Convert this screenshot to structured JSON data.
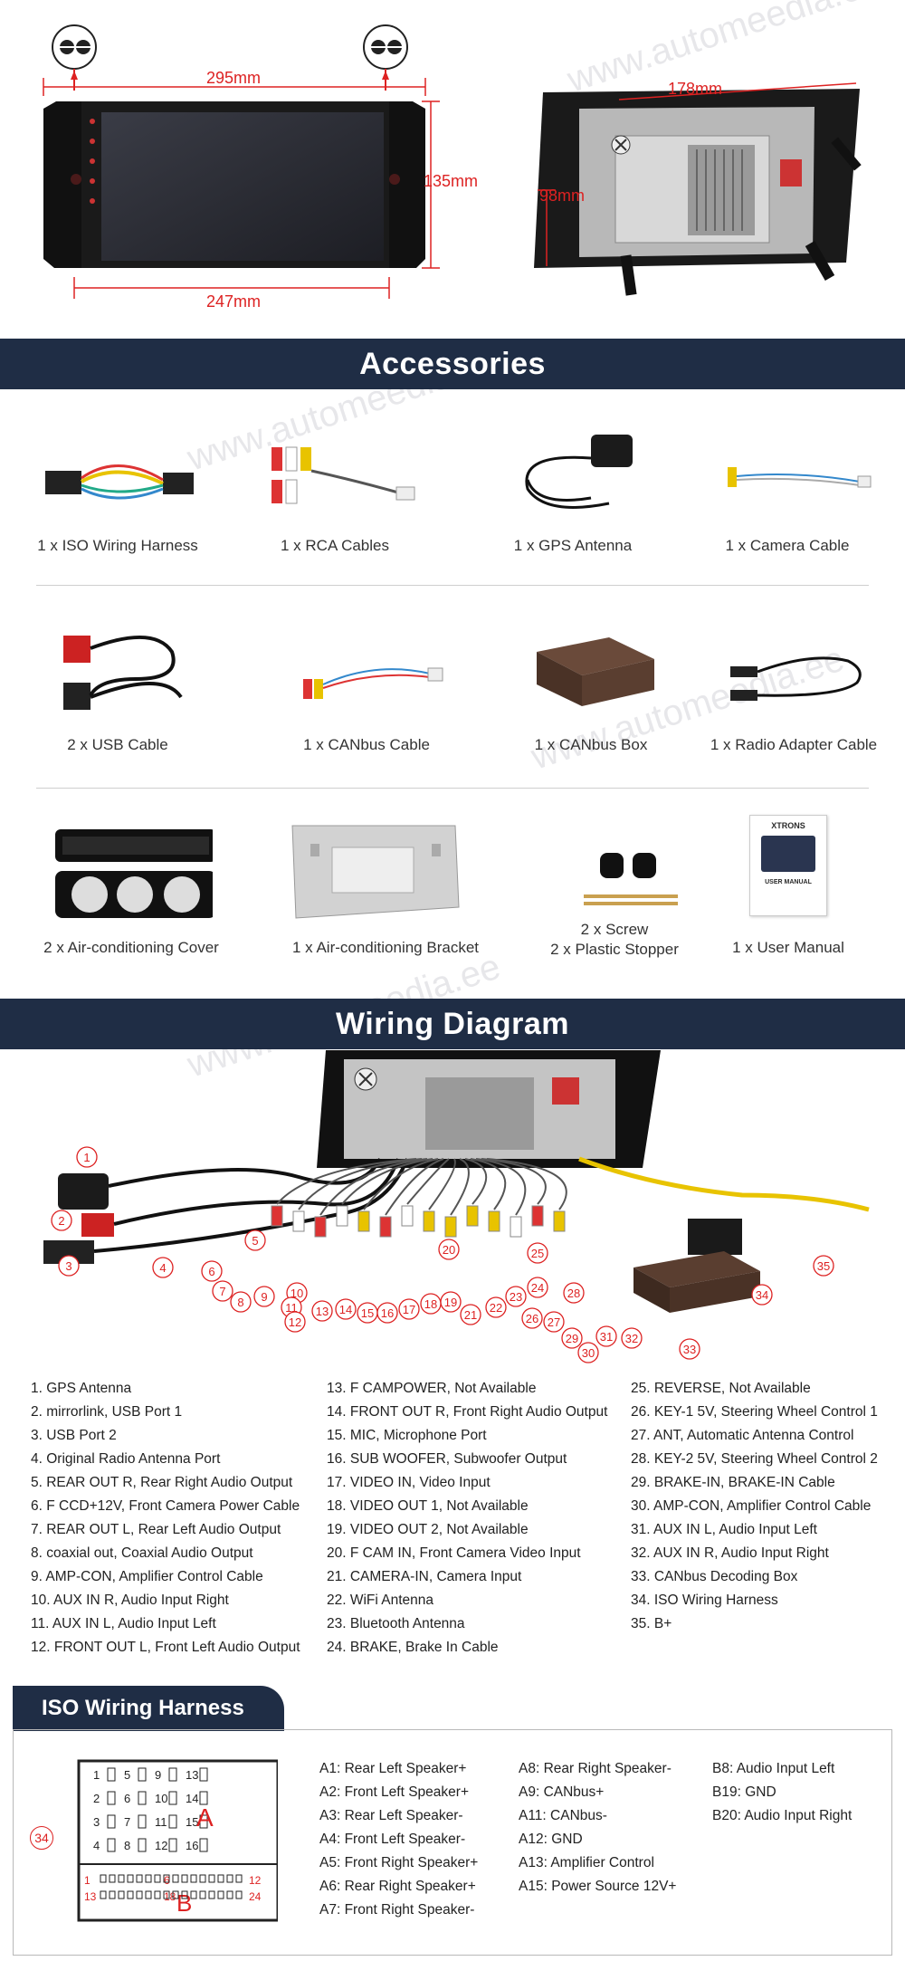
{
  "dimensions": {
    "width_top": "295mm",
    "width_bottom": "247mm",
    "height": "135mm",
    "depth": "178mm",
    "depth_side": "98mm"
  },
  "accessories": {
    "title": "Accessories",
    "items": [
      "1 x ISO Wiring Harness",
      "1 x RCA Cables",
      "1 x GPS Antenna",
      "1 x Camera Cable",
      "2 x USB Cable",
      "1 x CANbus Cable",
      "1 x CANbus Box",
      "1 x Radio Adapter Cable",
      "2 x Air-conditioning Cover",
      "1 x Air-conditioning Bracket",
      "2 x Screw",
      "2 x Plastic Stopper",
      "1 x User Manual"
    ],
    "manual_brand": "XTRONS",
    "manual_label": "USER MANUAL"
  },
  "wiring": {
    "title": "Wiring Diagram",
    "callouts": [
      "1",
      "2",
      "3",
      "4",
      "5",
      "6",
      "7",
      "8",
      "9",
      "10",
      "11",
      "12",
      "13",
      "14",
      "15",
      "16",
      "17",
      "18",
      "19",
      "20",
      "21",
      "22",
      "23",
      "24",
      "25",
      "26",
      "27",
      "28",
      "29",
      "30",
      "31",
      "32",
      "33",
      "34",
      "35"
    ],
    "legend_col1": [
      "1. GPS Antenna",
      "2. mirrorlink, USB Port 1",
      "3. USB Port 2",
      "4. Original Radio Antenna Port",
      "5. REAR OUT R, Rear Right Audio Output",
      "6. F CCD+12V, Front Camera Power Cable",
      "7. REAR OUT L, Rear Left Audio Output",
      "8. coaxial out, Coaxial Audio Output",
      "9. AMP-CON, Amplifier Control Cable",
      "10. AUX IN R, Audio Input Right",
      "11. AUX IN L, Audio Input Left",
      "12. FRONT OUT L, Front Left Audio Output"
    ],
    "legend_col2": [
      "13. F CAMPOWER, Not Available",
      "14. FRONT OUT R, Front Right Audio Output",
      "15. MIC, Microphone Port",
      "16. SUB WOOFER, Subwoofer Output",
      "17. VIDEO IN, Video Input",
      "18. VIDEO OUT 1, Not Available",
      "19. VIDEO OUT 2, Not Available",
      "20. F CAM IN, Front Camera Video Input",
      "21. CAMERA-IN, Camera Input",
      "22. WiFi Antenna",
      "23. Bluetooth Antenna",
      "24. BRAKE, Brake In Cable"
    ],
    "legend_col3": [
      "25. REVERSE, Not Available",
      "26. KEY-1 5V, Steering Wheel Control 1",
      "27. ANT, Automatic Antenna Control",
      "28. KEY-2 5V, Steering Wheel Control 2",
      "29. BRAKE-IN, BRAKE-IN Cable",
      "30. AMP-CON, Amplifier Control Cable",
      "31. AUX IN L, Audio Input Left",
      "32. AUX IN R, Audio Input Right",
      "33. CANbus Decoding Box",
      "34. ISO Wiring Harness",
      "35. B+"
    ]
  },
  "iso": {
    "title": "ISO Wiring Harness",
    "callout": "34",
    "block_a": "A",
    "block_b": "B",
    "pins_a": [
      "1",
      "5",
      "9",
      "13",
      "2",
      "6",
      "10",
      "14",
      "3",
      "7",
      "11",
      "15",
      "4",
      "8",
      "12",
      "16"
    ],
    "pins_b_left": [
      "1",
      "13"
    ],
    "pins_b_mid": [
      "6",
      "18"
    ],
    "pins_b_right": [
      "12",
      "24"
    ],
    "col1": [
      "A1: Rear Left Speaker+",
      "A2: Front Left Speaker+",
      "A3: Rear Left Speaker-",
      "A4: Front Left Speaker-",
      "A5: Front Right Speaker+",
      "A6: Rear Right Speaker+",
      "A7: Front Right Speaker-"
    ],
    "col2": [
      "A8: Rear Right Speaker-",
      "A9: CANbus+",
      "A11: CANbus-",
      "A12: GND",
      "A13: Amplifier Control",
      "A15: Power Source 12V+"
    ],
    "col3": [
      "B8: Audio Input Left",
      "B19: GND",
      "B20: Audio Input Right"
    ]
  },
  "colors": {
    "banner": "#1f2d45",
    "dimension": "#dd2222"
  }
}
